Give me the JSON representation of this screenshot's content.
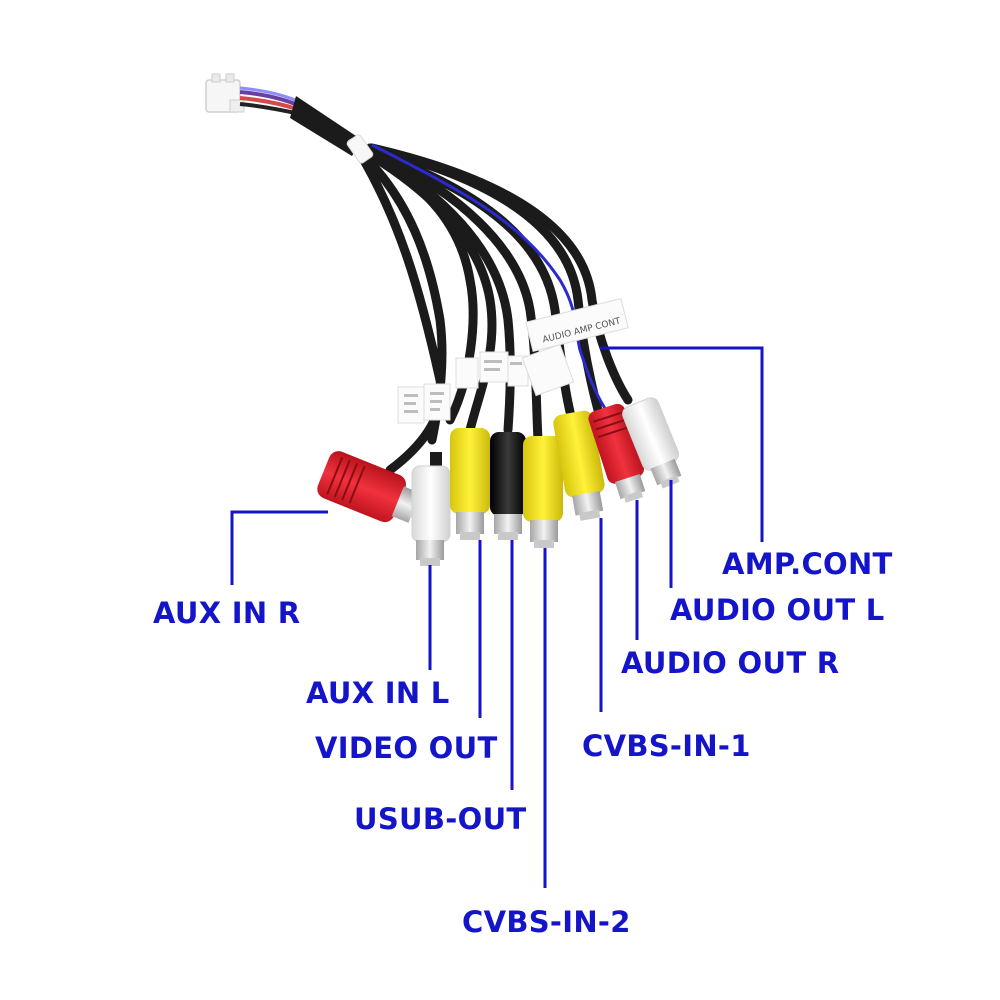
{
  "colors": {
    "label": "#1414c8",
    "leader": "#1414c8",
    "cable": "#1b1b1b",
    "red_plug": "#e8212f",
    "white_plug": "#f2f2f2",
    "yellow_plug": "#f2e516",
    "black_plug": "#151515",
    "blue_wire": "#2a2ad0",
    "connector_housing": "#f4f4f4"
  },
  "labels": {
    "aux_in_r": "AUX IN R",
    "aux_in_l": "AUX IN L",
    "video_out": "VIDEO OUT",
    "usub_out": "USUB-OUT",
    "cvbs_in_2": "CVBS-IN-2",
    "cvbs_in_1": "CVBS-IN-1",
    "audio_out_r": "AUDIO OUT R",
    "audio_out_l": "AUDIO OUT L",
    "amp_cont": "AMP.CONT"
  },
  "cable_tags": {
    "amp_tag": "AUDIO AMP CONT"
  },
  "connectors": [
    {
      "key": "aux_in_r",
      "plug_color": "red"
    },
    {
      "key": "aux_in_l",
      "plug_color": "white"
    },
    {
      "key": "video_out",
      "plug_color": "yellow"
    },
    {
      "key": "usub_out",
      "plug_color": "black"
    },
    {
      "key": "cvbs_in_2",
      "plug_color": "yellow"
    },
    {
      "key": "cvbs_in_1",
      "plug_color": "yellow"
    },
    {
      "key": "audio_out_r",
      "plug_color": "red"
    },
    {
      "key": "audio_out_l",
      "plug_color": "white"
    },
    {
      "key": "amp_cont",
      "plug_color": "blue-wire"
    }
  ]
}
